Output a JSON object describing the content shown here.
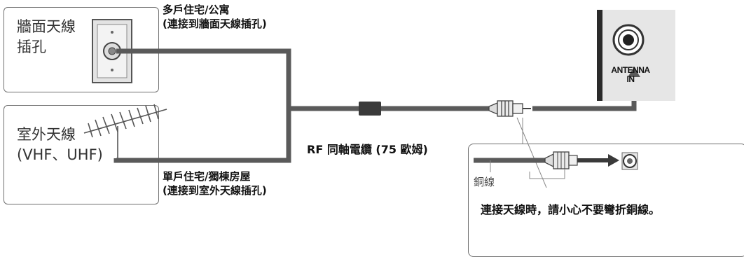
{
  "wall_box": {
    "line1": "牆面天線",
    "line2": "插孔"
  },
  "outdoor_box": {
    "line1": "室外天線",
    "line2": "(VHF、UHF)"
  },
  "apartment_label": {
    "line1": "多戶住宅/公寓",
    "line2": "(連接到牆面天線插孔)"
  },
  "house_label": {
    "line1": "單戶住宅/獨棟房屋",
    "line2": "(連接到室外天線插孔)"
  },
  "cable_label": "RF 同軸電纜 (75 歐姆)",
  "tv_port": {
    "line1": "ANTENNA",
    "line2": "IN"
  },
  "inset": {
    "copper_label": "銅線",
    "caution": "連接天線時，請小心不要彎折銅線。"
  },
  "colors": {
    "cable": "#5a5a5a",
    "panel_gray": "#e6e6e6",
    "port_dark": "#222222"
  }
}
